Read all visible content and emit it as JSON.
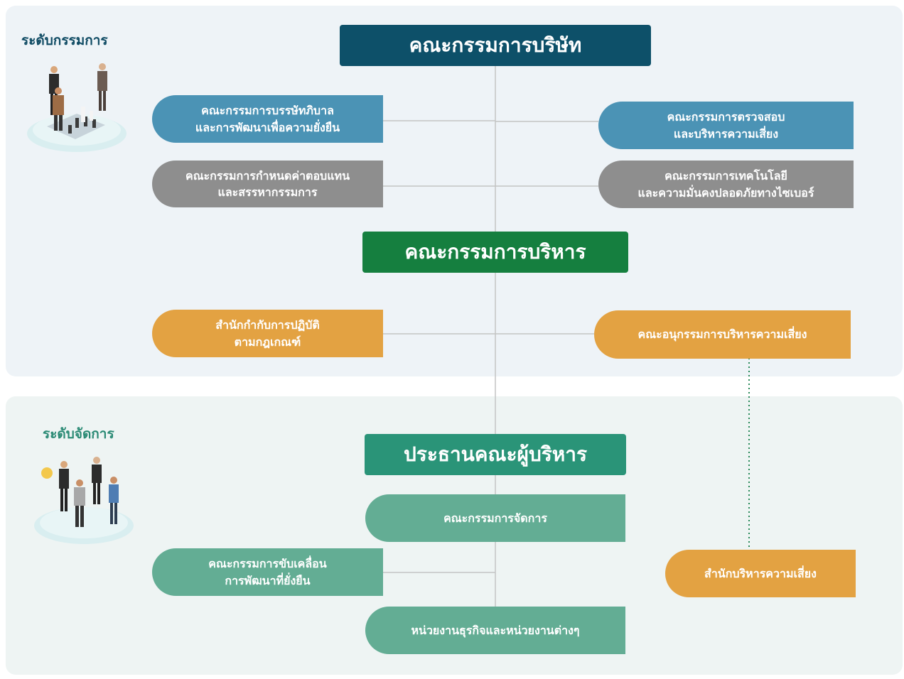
{
  "levels": {
    "board": "ระดับกรรมการ",
    "management": "ระดับจัดการ"
  },
  "nodes": {
    "board": "คณะกรรมการบริษัท",
    "governance": "คณะกรรมการบรรษัทภิบาล\nและการพัฒนาเพื่อความยั่งยืน",
    "audit": "คณะกรรมการตรวจสอบ\nและบริหารความเสี่ยง",
    "remuneration": "คณะกรรมการกำหนดค่าตอบแทน\nและสรรหากรรมการ",
    "technology": "คณะกรรมการเทคโนโลยี\nและความมั่นคงปลอดภัยทางไซเบอร์",
    "executive": "คณะกรรมการบริหาร",
    "compliance": "สำนักกำกับการปฏิบัติ\nตามกฎเกณฑ์",
    "risk_subcommittee": "คณะอนุกรรมการบริหารความเสี่ยง",
    "ceo": "ประธานคณะผู้บริหาร",
    "management_committee": "คณะกรรมการจัดการ",
    "sustainability_driver": "คณะกรรมการขับเคลื่อน\nการพัฒนาที่ยั่งยืน",
    "risk_office": "สำนักบริหารความเสี่ยง",
    "business_units": "หน่วยงานธุรกิจและหน่วยงานต่างๆ"
  },
  "colors": {
    "board": "#0d5069",
    "executive": "#157f3f",
    "ceo": "#2a9478",
    "blue": "#4b93b5",
    "gray": "#8e8e8e",
    "orange": "#e3a242",
    "teal": "#63ad94",
    "connector": "#c4c4c4",
    "dotted": "#2a8a5a"
  }
}
